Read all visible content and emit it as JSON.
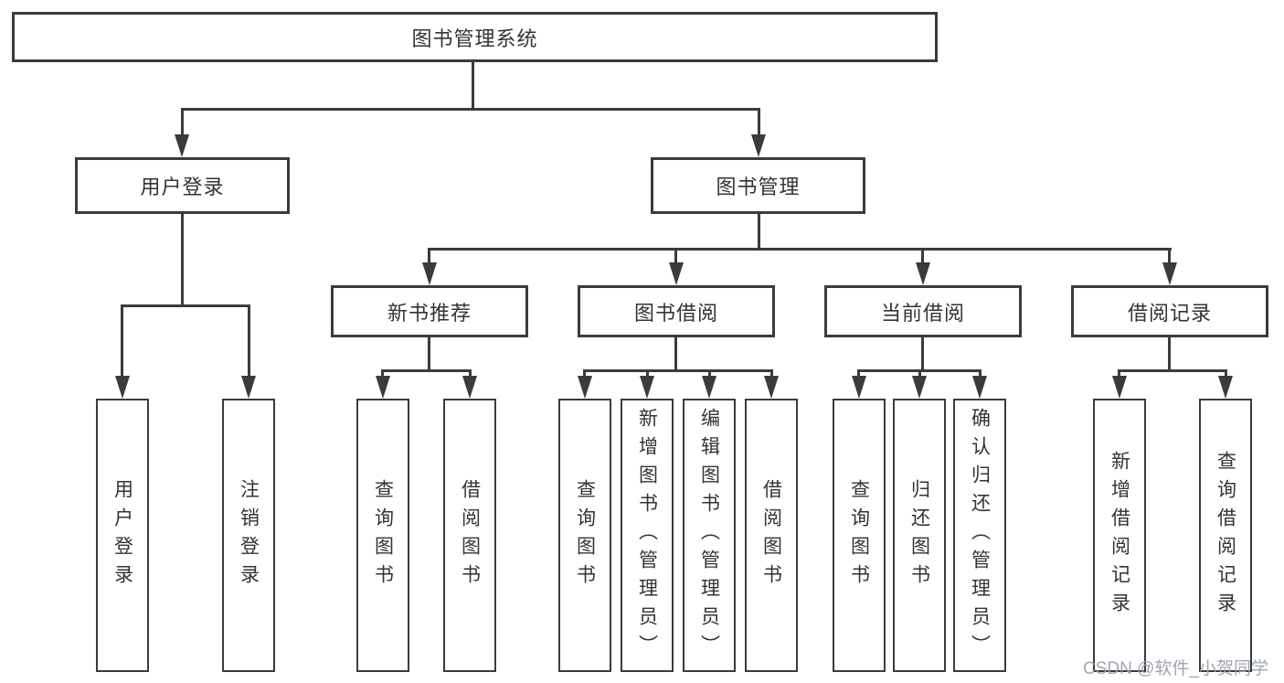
{
  "tree": {
    "root": "图书管理系统",
    "children": [
      {
        "label": "用户登录",
        "children": [
          "用户登录",
          "注销登录"
        ]
      },
      {
        "label": "图书管理",
        "children": [
          {
            "label": "新书推荐",
            "children": [
              "查询图书",
              "借阅图书"
            ]
          },
          {
            "label": "图书借阅",
            "children": [
              "查询图书",
              "新增图书（管理员）",
              "编辑图书（管理员）",
              "借阅图书"
            ]
          },
          {
            "label": "当前借阅",
            "children": [
              "查询图书",
              "归还图书",
              "确认归还（管理员）"
            ]
          },
          {
            "label": "借阅记录",
            "children": [
              "新增借阅记录",
              "查询借阅记录"
            ]
          }
        ]
      }
    ]
  },
  "watermark": "CSDN @软件_小贺同学",
  "colors": {
    "line": "#3b3b3b",
    "text": "#333333",
    "watermark": "#9aa1ad",
    "background": "#ffffff"
  }
}
